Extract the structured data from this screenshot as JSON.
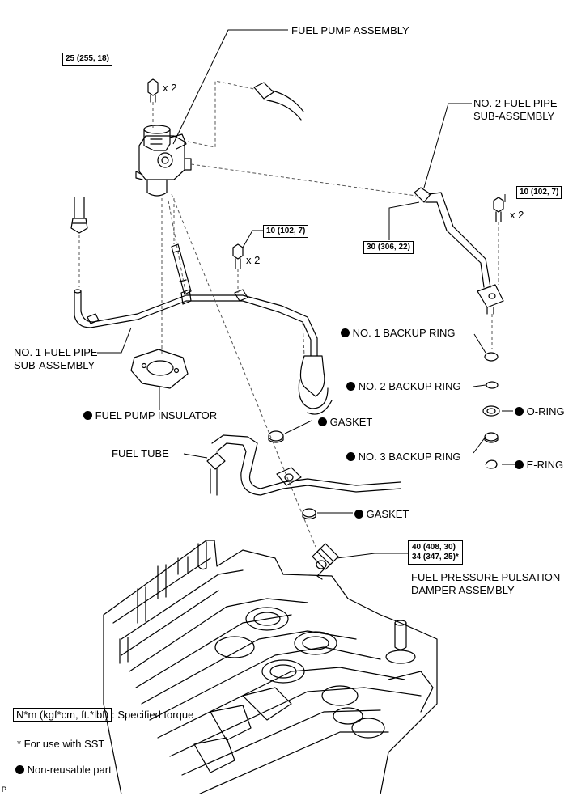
{
  "labels": {
    "fuel_pump_assembly": "FUEL PUMP ASSEMBLY",
    "no2_fuel_pipe_line1": "NO. 2 FUEL PIPE",
    "no2_fuel_pipe_line2": "SUB-ASSEMBLY",
    "no1_fuel_pipe_line1": "NO. 1 FUEL PIPE",
    "no1_fuel_pipe_line2": "SUB-ASSEMBLY",
    "fuel_pump_insulator": "FUEL PUMP INSULATOR",
    "no1_backup_ring": "NO. 1 BACKUP RING",
    "no2_backup_ring": "NO. 2 BACKUP RING",
    "no3_backup_ring": "NO. 3 BACKUP RING",
    "o_ring": "O-RING",
    "e_ring": "E-RING",
    "gasket_upper": "GASKET",
    "gasket_lower": "GASKET",
    "fuel_tube": "FUEL TUBE",
    "damper_line1": "FUEL PRESSURE PULSATION",
    "damper_line2": "DAMPER ASSEMBLY"
  },
  "torques": {
    "pump_bolt": "25 (255, 18)",
    "pipe2_bolt": "10 (102, 7)",
    "pipe1_bolt": "10 (102, 7)",
    "pipe2_union": "30 (306, 22)",
    "damper_line1": "40 (408, 30)",
    "damper_line2": "34 (347, 25)*"
  },
  "quantities": {
    "pump_bolt": "x 2",
    "pipe2_bolt": "x 2",
    "pipe1_bolt": "x 2"
  },
  "legend": {
    "torque_key": "N*m (kgf*cm, ft.*lbf)",
    "torque_desc": ": Specified torque",
    "sst_note": "* For use with SST",
    "non_reusable": "Non-reusable part"
  },
  "corner_mark": "P"
}
